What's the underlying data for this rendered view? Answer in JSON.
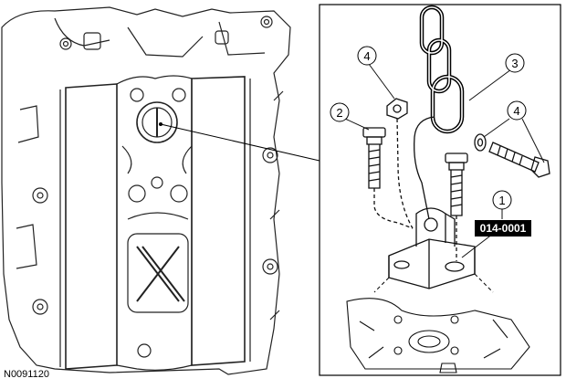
{
  "figure": {
    "id_label": "N0091120"
  },
  "callouts": {
    "c1": "1",
    "c2": "2",
    "c3": "3",
    "c4a": "4",
    "c4b": "4"
  },
  "tool_tag": {
    "label": "014-0001"
  }
}
